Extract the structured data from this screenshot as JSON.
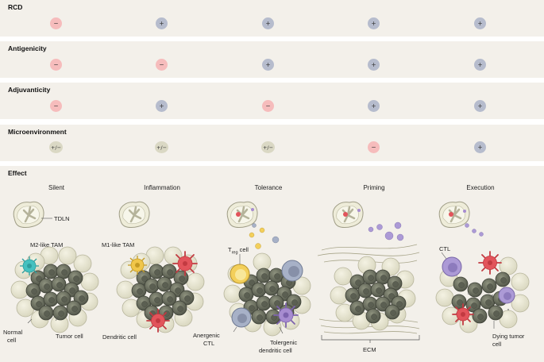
{
  "rows": [
    {
      "title": "RCD",
      "values": [
        "−",
        "+",
        "+",
        "+",
        "+"
      ],
      "kinds": [
        "neg",
        "pos",
        "pos",
        "pos",
        "pos"
      ]
    },
    {
      "title": "Antigenicity",
      "values": [
        "−",
        "−",
        "+",
        "+",
        "+"
      ],
      "kinds": [
        "neg",
        "neg",
        "pos",
        "pos",
        "pos"
      ]
    },
    {
      "title": "Adjuvanticity",
      "values": [
        "−",
        "+",
        "−",
        "+",
        "+"
      ],
      "kinds": [
        "neg",
        "pos",
        "neg",
        "pos",
        "pos"
      ]
    },
    {
      "title": "Microenvironment",
      "values": [
        "+/−",
        "+/−",
        "+/−",
        "−",
        "+"
      ],
      "kinds": [
        "mix",
        "mix",
        "mix",
        "neg",
        "pos"
      ]
    }
  ],
  "effect": {
    "title": "Effect",
    "stages": [
      "Silent",
      "Inflammation",
      "Tolerance",
      "Priming",
      "Execution"
    ]
  },
  "labels": {
    "tdln": "TDLN",
    "m2_tam": "M2-like TAM",
    "m1_tam": "M1-like TAM",
    "treg_prefix": "T",
    "treg_sub": "reg",
    "treg_suffix": " cell",
    "normal_cell": [
      "Normal",
      "cell"
    ],
    "tumor_cell": "Tumor cell",
    "dendritic_cell": "Dendritic cell",
    "anergic_ctl": [
      "Anergenic",
      "CTL"
    ],
    "tolerogenic_dc": [
      "Tolergenic",
      "dendritic cell"
    ],
    "ecm": "ECM",
    "ctl": "CTL",
    "dying_tumor_cell": [
      "Dying tumor",
      "cell"
    ]
  },
  "colors": {
    "band_bg": "#f3f0ea",
    "neg": "#f6bcbc",
    "pos": "#b6bccd",
    "mix": "#dad8c4",
    "tumor": "#62665a",
    "normal": "#e8e6d2",
    "dendritic": "#e2545b",
    "m2": "#45c1c0",
    "m1": "#f0c64a",
    "treg": "#f3cf5a",
    "anergic": "#a7b1c7",
    "tolerogenic": "#a78cd0",
    "ctl": "#ac9ad6"
  }
}
